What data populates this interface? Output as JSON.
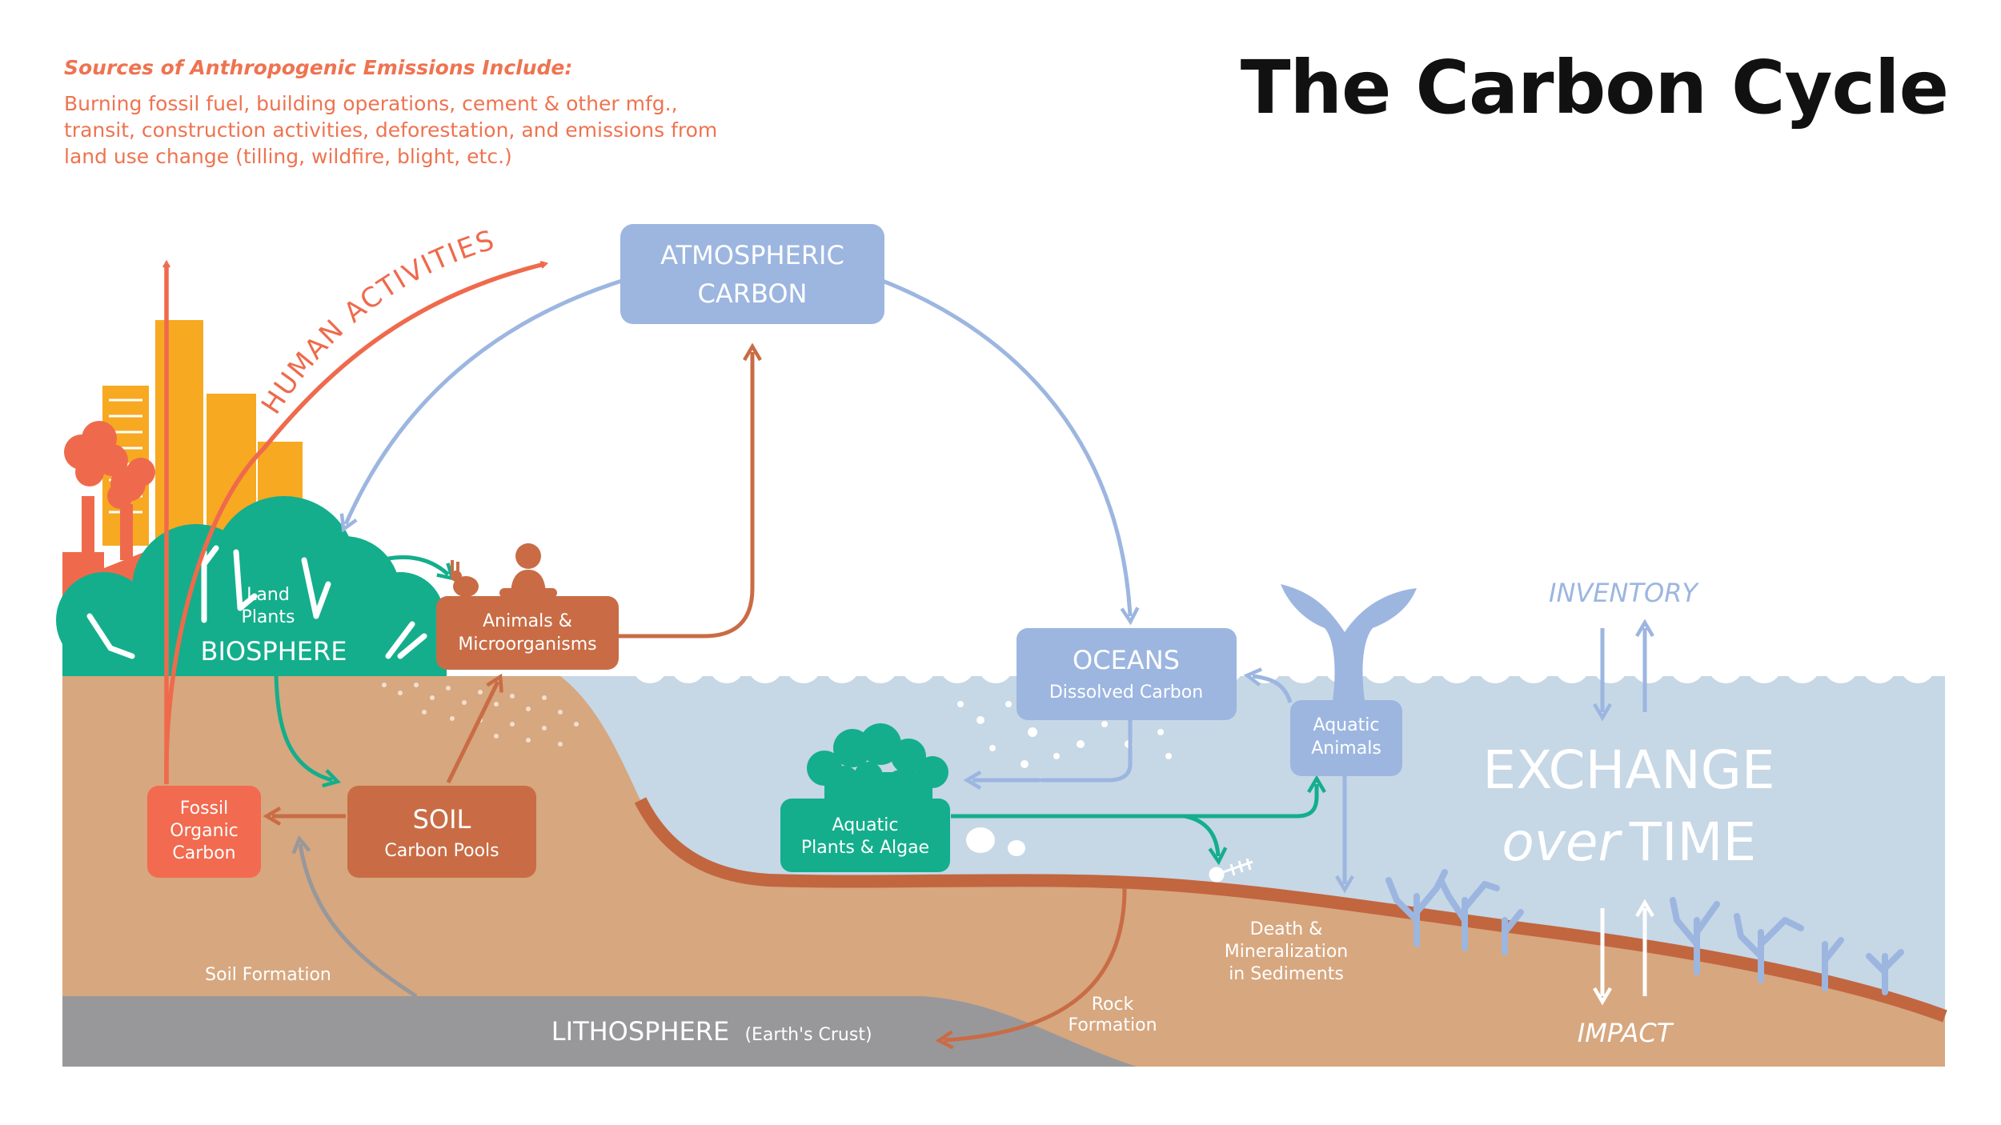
{
  "title": "The Carbon Cycle",
  "sources": {
    "heading": "Sources of Anthropogenic Emissions Include:",
    "body": "Burning fossil fuel, building operations, cement & other mfg., transit, construction activities, deforestation, and emissions from land use change (tilling, wildfire, blight, etc.)"
  },
  "labels": {
    "human_activities": "HUMAN ACTIVITIES",
    "atmospheric_1": "ATMOSPHERIC",
    "atmospheric_2": "CARBON",
    "land_plants_1": "Land",
    "land_plants_2": "Plants",
    "biosphere": "BIOSPHERE",
    "animals_1": "Animals &",
    "animals_2": "Microorganisms",
    "soil": "SOIL",
    "soil_sub": "Carbon Pools",
    "fossil_1": "Fossil",
    "fossil_2": "Organic",
    "fossil_3": "Carbon",
    "soil_formation": "Soil Formation",
    "lithosphere": "LITHOSPHERE",
    "lithosphere_sub": "(Earth's Crust)",
    "oceans": "OCEANS",
    "oceans_sub": "Dissolved Carbon",
    "aquatic_animals_1": "Aquatic",
    "aquatic_animals_2": "Animals",
    "aquatic_plants_1": "Aquatic",
    "aquatic_plants_2": "Plants & Algae",
    "rock_1": "Rock",
    "rock_2": "Formation",
    "death_1": "Death &",
    "death_2": "Mineralization",
    "death_3": "in Sediments",
    "inventory": "INVENTORY",
    "exchange": "EXCHANGE",
    "over": "over",
    "time": "TIME",
    "impact": "IMPACT"
  },
  "colors": {
    "human": "#ef6a4c",
    "atmospheric": "#9cb6e0",
    "biosphere": "#14ae8c",
    "soil": "#c96c45",
    "fossil": "#f26a4f",
    "ground": "#d7a77f",
    "ocean": "#c6d7e6",
    "lithosphere": "#98989b",
    "buildings": "#f7a922"
  }
}
